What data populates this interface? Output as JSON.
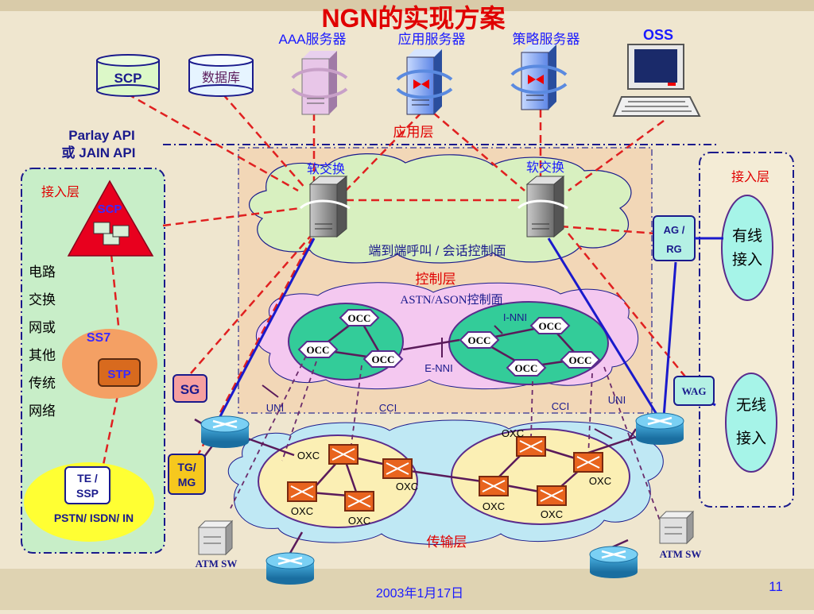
{
  "title": "NGN的实现方案",
  "servers": {
    "aaa": "AAA服务器",
    "app": "应用服务器",
    "policy": "策略服务器",
    "oss": "OSS"
  },
  "db": {
    "scp": "SCP",
    "database": "数据库"
  },
  "parlay": {
    "line1": "Parlay API",
    "line2": "或 JAIN API"
  },
  "layers": {
    "application": "应用层",
    "control": "控制层",
    "transport": "传输层",
    "access_left": "接入层",
    "access_right": "接入层"
  },
  "softswitch": [
    "软交换",
    "软交换"
  ],
  "control_plane": "端到端呼叫 / 会话控制面",
  "astn_label": "ASTN/ASON控制面",
  "occ_label": "OCC",
  "oxc_label": "OXC",
  "interfaces": {
    "inni": "I-NNI",
    "enni": "E-NNI",
    "uni_left": "UNI",
    "uni_right": "UNI",
    "cci_left": "CCI",
    "cci_right": "CCI"
  },
  "legacy": {
    "scp": "SCP",
    "ss7": "SS7",
    "stp": "STP",
    "sg": "SG",
    "tgmg_1": "TG/",
    "tgmg_2": "MG",
    "te_1": "TE /",
    "te_2": "SSP",
    "pstn": "PSTN/ ISDN/ IN",
    "vertical": [
      "电路",
      "交换",
      "网或",
      "其他",
      "传统",
      "网络"
    ]
  },
  "access": {
    "agrg_1": "AG /",
    "agrg_2": "RG",
    "wag": "WAG",
    "wired_1": "有线",
    "wired_2": "接入",
    "wireless_1": "无线",
    "wireless_2": "接入"
  },
  "atm_left": "ATM SW",
  "atm_right": "ATM SW",
  "footer": {
    "date": "2003年1月17日",
    "page": "11"
  },
  "colors": {
    "title": "#e00000",
    "blue_label": "#1a1aff",
    "red_line": "#e02020",
    "occ_cloud": "#33cc99",
    "transport_cloud": "#bfe8f4"
  }
}
